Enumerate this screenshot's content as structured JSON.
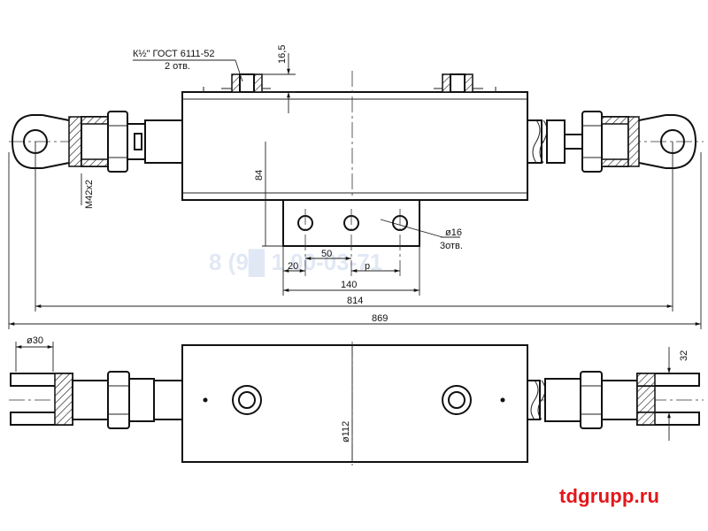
{
  "labels": {
    "port": "К½\" ГОСТ 6111-52",
    "port_count": "2 отв.",
    "dim_16_5": "16,5",
    "dim_84": "84",
    "thread": "M42x2",
    "hole": "ø16",
    "hole_count": "3отв.",
    "dim_50": "50",
    "dim_20": "20",
    "dim_p": "p",
    "dim_140": "140",
    "dim_814": "814",
    "dim_869": "869",
    "dim_30": "ø30",
    "dim_32": "32",
    "dim_112": "ø112"
  },
  "watermark": "8 (9█ 1 00-03-71",
  "brand": "tdgrupp.ru",
  "colors": {
    "brand": "#e3161b",
    "line": "#111111",
    "watermark": "#c9d6ee"
  }
}
